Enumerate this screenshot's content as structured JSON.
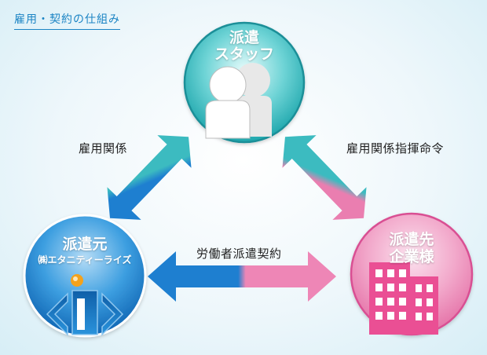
{
  "header": {
    "title": "雇用・契約の仕組み"
  },
  "nodes": {
    "staff": {
      "line1": "派遣",
      "line2": "スタッフ"
    },
    "agency": {
      "line1": "派遣元",
      "line2": "㈱エタニティーライズ"
    },
    "client": {
      "line1": "派遣先",
      "line2": "企業様"
    }
  },
  "relations": {
    "employment": "雇用関係",
    "employment_command": "雇用関係指揮命令",
    "dispatch_contract": "労働者派遣契約"
  },
  "colors": {
    "accent_blue": "#1b84c4",
    "teal": "#2fb3ba",
    "pink": "#e5689f"
  }
}
